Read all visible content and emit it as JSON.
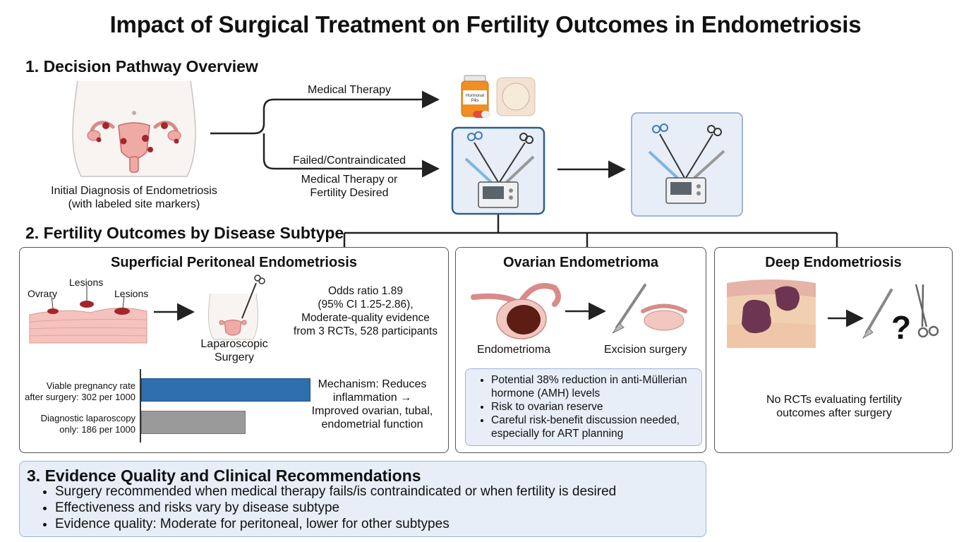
{
  "title": "Impact of Surgical Treatment on Fertility Outcomes in Endometriosis",
  "section1": {
    "heading": "1. Decision Pathway Overview",
    "diagnosis_line1": "Initial Diagnosis of Endometriosis",
    "diagnosis_line2": "(with labeled site markers)",
    "medical_branch": "Medical Therapy",
    "surgical_branch_line1": "Failed/Contraindicated",
    "surgical_branch_line2": "Medical Therapy or",
    "surgical_branch_line3": "Fertility Desired",
    "bottle_label_line1": "Hormonal",
    "bottle_label_line2": "Pills"
  },
  "section2": {
    "heading": "2. Fertility Outcomes by Disease Subtype",
    "peritoneal": {
      "title": "Superficial Peritoneal Endometriosis",
      "label_ovary": "Ovrary",
      "label_lesions_top": "Lesions",
      "label_lesions_right": "Lesions",
      "surgery_line1": "Laparoscopic",
      "surgery_line2": "Surgery",
      "odds_line1": "Odds ratio 1.89",
      "odds_line2": "(95% CI 1.25-2.86),",
      "odds_line3": "Moderate-quality evidence",
      "odds_line4": "from 3 RCTs, 528 participants",
      "bars": [
        {
          "label_line1": "Viable pregnancy rate",
          "label_line2": "after surgery: 302 per 1000",
          "value": 302,
          "color": "#2e6fad"
        },
        {
          "label_line1": "Diagnostic laparoscopy",
          "label_line2": "only: 186 per 1000",
          "value": 186,
          "color": "#9a9a9a"
        }
      ],
      "mechanism_line1": "Mechanism: Reduces",
      "mechanism_line2": "inflammation →",
      "mechanism_line3": "Improved ovarian, tubal,",
      "mechanism_line4": "endometrial function"
    },
    "ovarian": {
      "title": "Ovarian Endometrioma",
      "label_left": "Endometrioma",
      "label_right": "Excision surgery",
      "bullets": [
        "Potential 38% reduction in anti-Müllerian hormone (AMH) levels",
        "Risk to ovarian reserve",
        "Careful risk-benefit discussion needed, especially for ART planning"
      ]
    },
    "deep": {
      "title": "Deep Endometriosis",
      "question": "?",
      "note_line1": "No RCTs evaluating fertility",
      "note_line2": "outcomes after surgery"
    }
  },
  "section3": {
    "heading": "3. Evidence Quality and Clinical Recommendations",
    "bullets": [
      "Surgery recommended when medical therapy fails/is contraindicated or when fertility is desired",
      "Effectiveness and risks vary by disease subtype",
      "Evidence quality: Moderate for peritoneal, lower for other subtypes"
    ]
  },
  "colors": {
    "accent_blue": "#2e6fad",
    "box_fill": "#e7eef8",
    "lesion": "#a3262b",
    "tissue": "#f2b8b3"
  }
}
